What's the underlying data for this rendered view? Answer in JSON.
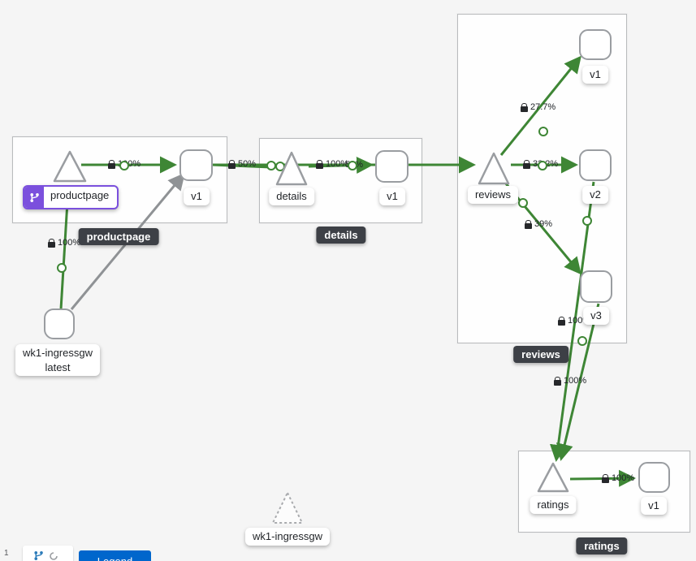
{
  "canvas": {
    "background": "#f5f5f5"
  },
  "colors": {
    "edge_green": "#3e8635",
    "edge_gray": "#8f9295",
    "node_border": "#9a9da1",
    "group_border": "#b9bbbd",
    "badge_purple": "#7b50dd",
    "tooltip_bg": "#3d4046",
    "button_blue": "#0066cc"
  },
  "groups": {
    "productpage": {
      "tooltip": "productpage"
    },
    "details": {
      "tooltip": "details"
    },
    "reviews": {
      "tooltip": "reviews"
    },
    "ratings": {
      "tooltip": "ratings"
    }
  },
  "nodes": {
    "productpage_app": {
      "label": "productpage"
    },
    "productpage_v1": {
      "label": "v1"
    },
    "details_app": {
      "label": "details"
    },
    "details_v1": {
      "label": "v1"
    },
    "reviews_app": {
      "label": "reviews"
    },
    "reviews_v1": {
      "label": "v1"
    },
    "reviews_v2": {
      "label": "v2"
    },
    "reviews_v3": {
      "label": "v3"
    },
    "ratings_app": {
      "label": "ratings"
    },
    "ratings_v1": {
      "label": "v1"
    },
    "ingress": {
      "label_line1": "wk1-ingressgw",
      "label_line2": "latest"
    },
    "ingress_ghost": {
      "label": "wk1-ingressgw"
    }
  },
  "edges": {
    "ingress_to_productpage": {
      "pct": "100%"
    },
    "productpage_to_v1": {
      "pct": "100%"
    },
    "ppv1_to_details": {
      "pct": "50%"
    },
    "ppv1_to_reviews": {
      "pct": "50%"
    },
    "details_to_v1": {
      "pct": "100%"
    },
    "reviews_to_v1": {
      "pct": "27.7%"
    },
    "reviews_to_v2": {
      "pct": "33.2%"
    },
    "reviews_to_v3": {
      "pct": "39%"
    },
    "v2_to_ratings": {
      "pct": "100%"
    },
    "v3_to_ratings": {
      "pct": "100%"
    },
    "ratings_to_v1": {
      "pct": "100%"
    }
  },
  "icons": {
    "edge_security": "mtls-lock",
    "app_badge": "code-branch",
    "toolbar_graph": "code-branch"
  },
  "toolbar": {
    "legend_label": "Legend",
    "left_indicator": "1"
  }
}
